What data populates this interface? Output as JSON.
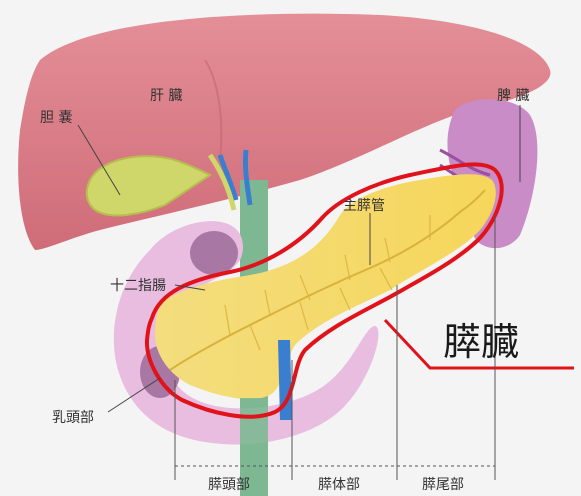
{
  "labels": {
    "liver": "肝 臓",
    "gallbladder": "胆 嚢",
    "spleen": "脾 臓",
    "main_duct": "主膵管",
    "duodenum": "十二指腸",
    "papilla": "乳頭部",
    "pancreas": "膵臓",
    "head": "膵頭部",
    "body": "膵体部",
    "tail": "膵尾部"
  },
  "colors": {
    "liver": "#d97a86",
    "pancreas": "#f4da6a",
    "outline": "#e0131b",
    "duodenum": "#e8bde0",
    "spleen": "#c98cc6",
    "gallbladder": "#cfd66a"
  }
}
